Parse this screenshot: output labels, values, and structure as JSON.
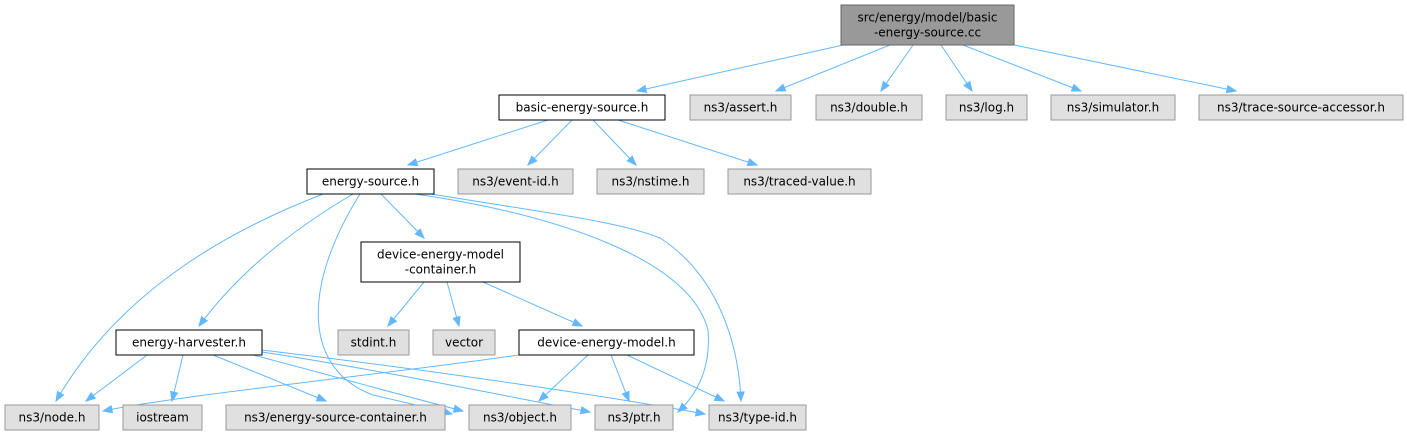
{
  "diagram": {
    "nodes": [
      {
        "id": "root",
        "kind": "root",
        "lines": [
          "src/energy/model/basic",
          "-energy-source.cc"
        ]
      },
      {
        "id": "basic_energy_source_h",
        "kind": "local",
        "lines": [
          "basic-energy-source.h"
        ]
      },
      {
        "id": "assert_h",
        "kind": "external",
        "lines": [
          "ns3/assert.h"
        ]
      },
      {
        "id": "double_h",
        "kind": "external",
        "lines": [
          "ns3/double.h"
        ]
      },
      {
        "id": "log_h",
        "kind": "external",
        "lines": [
          "ns3/log.h"
        ]
      },
      {
        "id": "simulator_h",
        "kind": "external",
        "lines": [
          "ns3/simulator.h"
        ]
      },
      {
        "id": "trace_source_accessor_h",
        "kind": "external",
        "lines": [
          "ns3/trace-source-accessor.h"
        ]
      },
      {
        "id": "energy_source_h",
        "kind": "local",
        "lines": [
          "energy-source.h"
        ]
      },
      {
        "id": "event_id_h",
        "kind": "external",
        "lines": [
          "ns3/event-id.h"
        ]
      },
      {
        "id": "nstime_h",
        "kind": "external",
        "lines": [
          "ns3/nstime.h"
        ]
      },
      {
        "id": "traced_value_h",
        "kind": "external",
        "lines": [
          "ns3/traced-value.h"
        ]
      },
      {
        "id": "device_energy_model_container_h",
        "kind": "local",
        "lines": [
          "device-energy-model",
          "-container.h"
        ]
      },
      {
        "id": "stdint_h",
        "kind": "external",
        "lines": [
          "stdint.h"
        ]
      },
      {
        "id": "vector",
        "kind": "external",
        "lines": [
          "vector"
        ]
      },
      {
        "id": "device_energy_model_h",
        "kind": "local",
        "lines": [
          "device-energy-model.h"
        ]
      },
      {
        "id": "energy_harvester_h",
        "kind": "local",
        "lines": [
          "energy-harvester.h"
        ]
      },
      {
        "id": "node_h",
        "kind": "external",
        "lines": [
          "ns3/node.h"
        ]
      },
      {
        "id": "iostream",
        "kind": "external",
        "lines": [
          "iostream"
        ]
      },
      {
        "id": "energy_source_container_h",
        "kind": "external",
        "lines": [
          "ns3/energy-source-container.h"
        ]
      },
      {
        "id": "object_h",
        "kind": "external",
        "lines": [
          "ns3/object.h"
        ]
      },
      {
        "id": "ptr_h",
        "kind": "external",
        "lines": [
          "ns3/ptr.h"
        ]
      },
      {
        "id": "type_id_h",
        "kind": "external",
        "lines": [
          "ns3/type-id.h"
        ]
      }
    ],
    "edges": [
      {
        "from": "root",
        "to": "basic_energy_source_h"
      },
      {
        "from": "root",
        "to": "assert_h"
      },
      {
        "from": "root",
        "to": "double_h"
      },
      {
        "from": "root",
        "to": "log_h"
      },
      {
        "from": "root",
        "to": "simulator_h"
      },
      {
        "from": "root",
        "to": "trace_source_accessor_h"
      },
      {
        "from": "basic_energy_source_h",
        "to": "energy_source_h"
      },
      {
        "from": "basic_energy_source_h",
        "to": "event_id_h"
      },
      {
        "from": "basic_energy_source_h",
        "to": "nstime_h"
      },
      {
        "from": "basic_energy_source_h",
        "to": "traced_value_h"
      },
      {
        "from": "energy_source_h",
        "to": "device_energy_model_container_h"
      },
      {
        "from": "energy_source_h",
        "to": "energy_harvester_h"
      },
      {
        "from": "energy_source_h",
        "to": "node_h"
      },
      {
        "from": "energy_source_h",
        "to": "object_h"
      },
      {
        "from": "energy_source_h",
        "to": "ptr_h"
      },
      {
        "from": "energy_source_h",
        "to": "type_id_h"
      },
      {
        "from": "device_energy_model_container_h",
        "to": "stdint_h"
      },
      {
        "from": "device_energy_model_container_h",
        "to": "vector"
      },
      {
        "from": "device_energy_model_container_h",
        "to": "device_energy_model_h"
      },
      {
        "from": "device_energy_model_h",
        "to": "node_h"
      },
      {
        "from": "device_energy_model_h",
        "to": "object_h"
      },
      {
        "from": "device_energy_model_h",
        "to": "ptr_h"
      },
      {
        "from": "device_energy_model_h",
        "to": "type_id_h"
      },
      {
        "from": "energy_harvester_h",
        "to": "node_h"
      },
      {
        "from": "energy_harvester_h",
        "to": "iostream"
      },
      {
        "from": "energy_harvester_h",
        "to": "energy_source_container_h"
      },
      {
        "from": "energy_harvester_h",
        "to": "object_h"
      },
      {
        "from": "energy_harvester_h",
        "to": "ptr_h"
      },
      {
        "from": "energy_harvester_h",
        "to": "type_id_h"
      }
    ],
    "colors": {
      "edge": "#63b8ff",
      "root_fill": "#999999",
      "local_fill": "#ffffff",
      "external_fill": "#e0e0e0",
      "local_border": "#000000",
      "external_border": "#999999"
    }
  }
}
